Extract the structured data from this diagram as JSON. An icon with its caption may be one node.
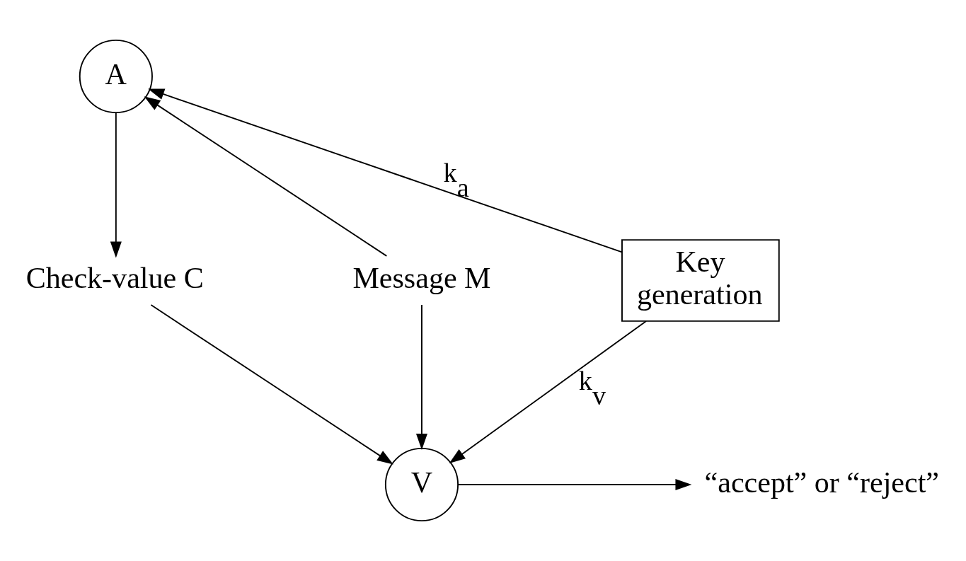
{
  "diagram": {
    "nodes": [
      {
        "text": [
          "A"
        ]
      },
      {
        "text": [
          "Message M"
        ]
      },
      {
        "text": [
          "Key generation"
        ]
      },
      {
        "text": [
          "Check-value C"
        ]
      },
      {
        "text": [
          "V"
        ]
      },
      {
        "text": [
          "“accept” or “reject”"
        ]
      }
    ],
    "edges": [
      {
        "from": 1,
        "to": 0,
        "arrow": "to"
      },
      {
        "from": 2,
        "to": 0,
        "arrow": "to",
        "label": "k$_{a}$"
      },
      {
        "from": 0,
        "to": 3,
        "arrow": "to"
      },
      {
        "from": 1,
        "to": 4,
        "arrow": "to"
      },
      {
        "from": 2,
        "to": 4,
        "arrow": "to",
        "label": "k$_{v}$"
      },
      {
        "from": 3,
        "to": 4,
        "arrow": "to"
      },
      {
        "from": 4,
        "to": 5,
        "arrow": "to"
      }
    ]
  }
}
